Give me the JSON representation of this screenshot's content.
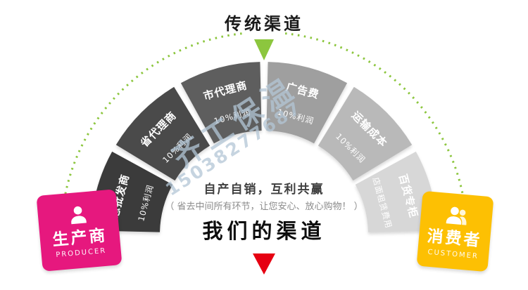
{
  "titles": {
    "traditional": "传统渠道"
  },
  "arch": {
    "segments": [
      {
        "label": "总批发商",
        "sub": "10%利润",
        "color": "#3b3b3b"
      },
      {
        "label": "省代理商",
        "sub": "10%利润",
        "color": "#4a4a4a"
      },
      {
        "label": "市代理商",
        "sub": "10%利润",
        "color": "#5e5e5e"
      },
      {
        "label": "广告费",
        "sub": "10%利润",
        "color": "#9f9f9f"
      },
      {
        "label": "运输成本",
        "sub": "10%利润",
        "color": "#b9b9b9"
      },
      {
        "label": "百货专柜",
        "sub": "店面租赁费用",
        "color": "#d7d7d7"
      }
    ]
  },
  "center": {
    "slogan": "自产自销，互利共赢",
    "note": "（ 省去中间所有环节，让您安心、放心购物！ ）",
    "title": "我们的渠道"
  },
  "producer": {
    "label": "生产商",
    "sublabel": "PRODUCER",
    "color": "#e6187e"
  },
  "customer": {
    "label": "消费者",
    "sublabel": "CUSTOMER",
    "color": "#fdc003"
  },
  "watermark": {
    "line1": "齐工保温",
    "line2": "15038277687"
  },
  "colors": {
    "green": "#8cc63e",
    "red": "#e60012",
    "segment_text": "#ffffff"
  }
}
